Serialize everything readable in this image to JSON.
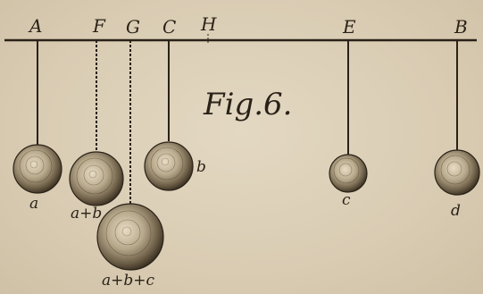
{
  "figure": {
    "title": "Fig.6.",
    "colors": {
      "ink": "#2a2218",
      "paper": "#d9ccb3"
    },
    "beam_points": [
      {
        "key": "A",
        "label": "A"
      },
      {
        "key": "F",
        "label": "F"
      },
      {
        "key": "G",
        "label": "G"
      },
      {
        "key": "C",
        "label": "C"
      },
      {
        "key": "H",
        "label": "H"
      },
      {
        "key": "E",
        "label": "E"
      },
      {
        "key": "B",
        "label": "B"
      }
    ],
    "balls": [
      {
        "key": "a",
        "label": "a",
        "thread": "solid"
      },
      {
        "key": "ab",
        "label": "a+b",
        "thread": "dotted"
      },
      {
        "key": "abc",
        "label": "a+b+c",
        "thread": "dotted"
      },
      {
        "key": "b",
        "label": "b",
        "thread": "solid"
      },
      {
        "key": "c",
        "label": "c",
        "thread": "solid"
      },
      {
        "key": "d",
        "label": "d",
        "thread": "solid"
      }
    ]
  }
}
